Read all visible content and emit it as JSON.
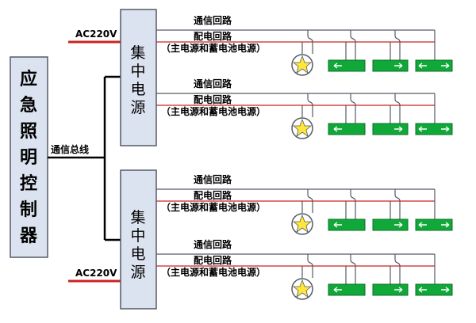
{
  "controller": {
    "chars": [
      "应",
      "急",
      "照",
      "明",
      "控",
      "制",
      "器"
    ]
  },
  "bus_label": "通信总线",
  "power_labels": {
    "top": "AC220V",
    "bottom": "AC220V"
  },
  "power_supply": {
    "chars": [
      "集",
      "中",
      "电",
      "源"
    ]
  },
  "branch": {
    "comm_label": "通信回路",
    "dist_label": "配电回路",
    "sub_label": "（主电源和蓄电池电源）"
  },
  "colors": {
    "power_line": "#cc2222",
    "box_fill": "#dce3f0",
    "box_stroke": "#555a66",
    "sign_fill": "#11a83a",
    "star_fill": "#ffe83a"
  },
  "icons": {
    "lamp": "star-lamp-icon",
    "sign_left": "exit-sign-left-arrow-icon",
    "sign_right": "exit-sign-right-arrow-icon",
    "sign_both": "exit-sign-bidirectional-icon"
  }
}
